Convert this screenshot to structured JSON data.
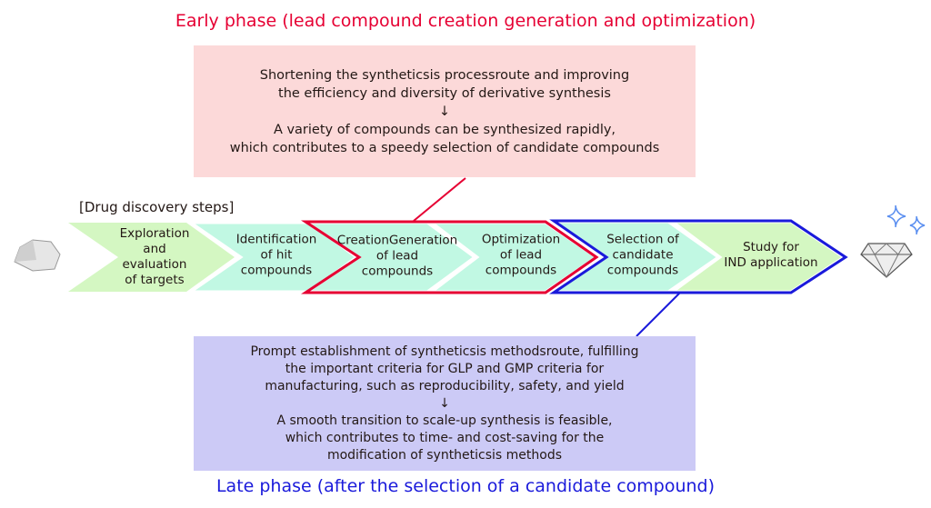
{
  "early": {
    "title": "Early phase (lead compound creation generation and optimization)",
    "lines": [
      "Shortening the syntheticsis processroute and improving",
      "the efficiency and diversity of derivative synthesis",
      "↓",
      "A variety of compounds can be synthesized rapidly,",
      "which contributes to a speedy selection of candidate compounds"
    ],
    "color": "#e60033",
    "bg": "#fcd9d9"
  },
  "late": {
    "title": "Late phase (after the selection of a candidate compound)",
    "lines": [
      "Prompt establishment of syntheticsis methodsroute, fulfilling",
      "the important criteria for GLP and GMP criteria for",
      "manufacturing, such as reproducibility, safety, and yield",
      "↓",
      "A smooth transition to scale-up synthesis is feasible,",
      "which contributes to time- and cost-saving for the",
      "modification of syntheticsis methods"
    ],
    "color": "#1a1adb",
    "bg": "#cccaf6"
  },
  "steps_label": "[Drug discovery steps]",
  "steps": [
    {
      "lines": [
        "Exploration",
        "and",
        "evaluation",
        "of targets"
      ]
    },
    {
      "lines": [
        "Identification",
        "of hit",
        "compounds"
      ]
    },
    {
      "lines": [
        "CreationGeneration",
        "of lead",
        "compounds"
      ]
    },
    {
      "lines": [
        "Optimization",
        "of lead",
        "compounds"
      ]
    },
    {
      "lines": [
        "Selection of",
        "candidate",
        "compounds"
      ]
    },
    {
      "lines": [
        "Study for",
        "IND application"
      ]
    }
  ],
  "icons": {
    "start": "rough-stone-icon",
    "end": "diamond-icon",
    "sparkle": "sparkle-icon"
  }
}
